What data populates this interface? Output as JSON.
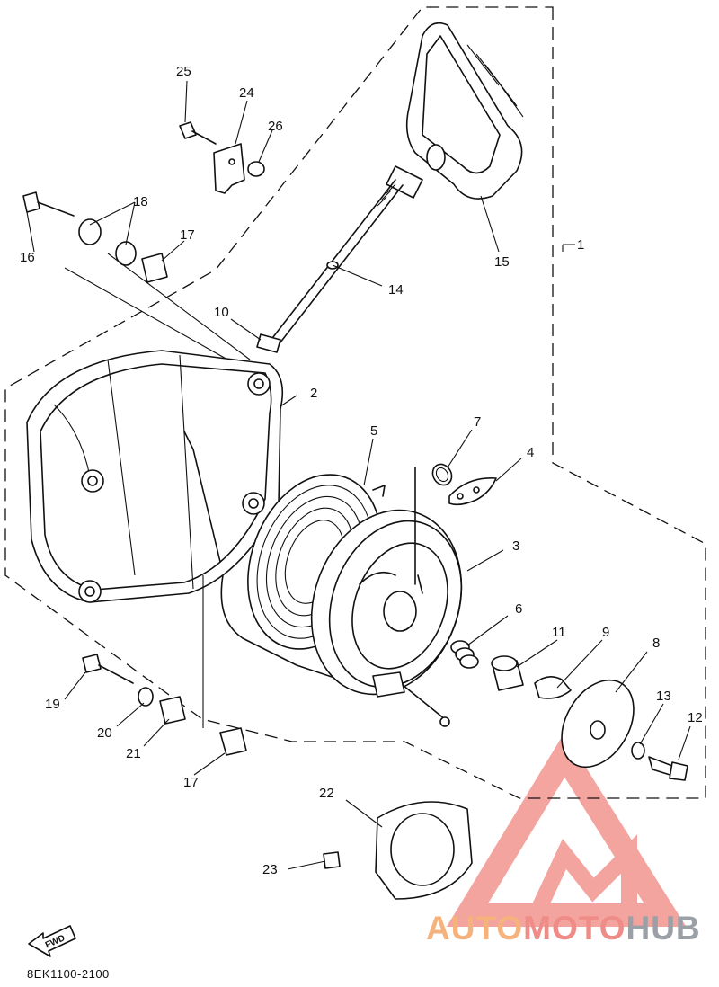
{
  "diagram": {
    "part_numbers": [
      "1",
      "2",
      "3",
      "4",
      "5",
      "6",
      "7",
      "8",
      "9",
      "10",
      "11",
      "12",
      "13",
      "14",
      "15",
      "16",
      "17",
      "18",
      "19",
      "20",
      "21",
      "22",
      "23",
      "24",
      "25",
      "26"
    ],
    "fwd_arrow_label": "FWD",
    "drawing_code": "8EK1100-2100"
  },
  "watermark": {
    "part1": "AUTO",
    "part2": "MOTO",
    "part3": "HUB",
    "colors": {
      "orange": "#f6b27c",
      "red": "#f08c88",
      "grey": "#9aa0a6"
    }
  }
}
